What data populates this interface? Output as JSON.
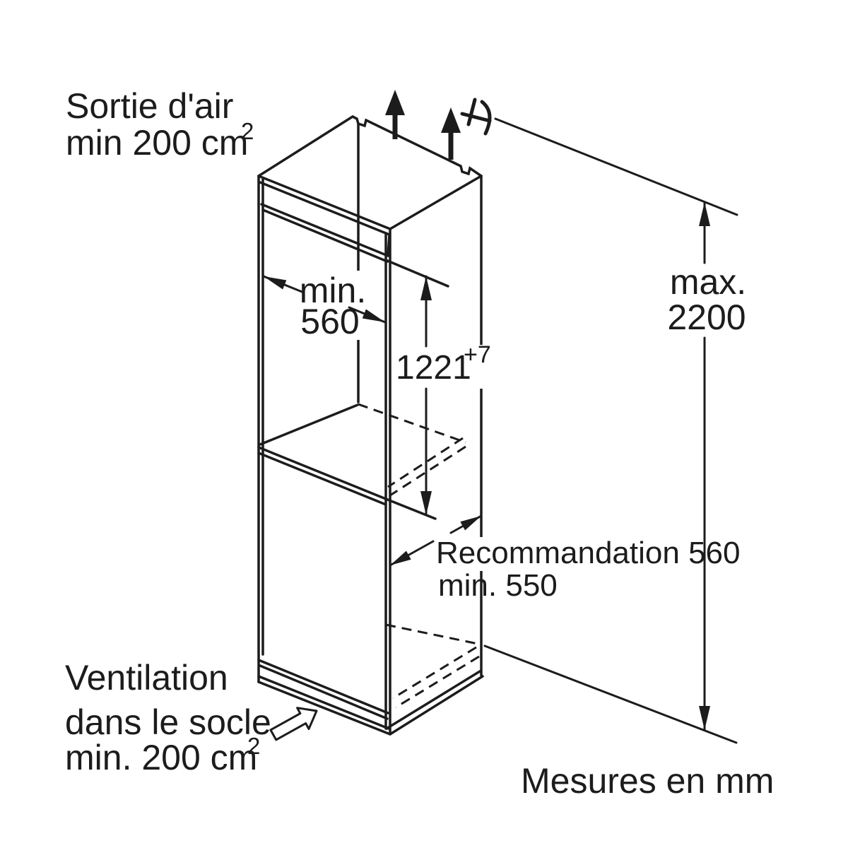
{
  "diagram": {
    "type": "appliance-installation-dimensions",
    "colors": {
      "ink": "#1c1c1c",
      "background": "#ffffff"
    },
    "air_outlet": {
      "line1": "Sortie d'air",
      "line2": "min 200 cm",
      "line2_sup": "2"
    },
    "niche_width": {
      "line1": "min.",
      "line2": "560"
    },
    "niche_height": {
      "value": "1221",
      "tolerance": "+7"
    },
    "overall_height": {
      "line1": "max.",
      "line2": "2200"
    },
    "depth": {
      "line1": "Recommandation 560",
      "line2": "min. 550"
    },
    "plinth_vent": {
      "line1": "Ventilation",
      "line2": "dans le socle",
      "line3": "min. 200 cm",
      "line3_sup": "2"
    },
    "units_note": "Mesures en mm"
  }
}
